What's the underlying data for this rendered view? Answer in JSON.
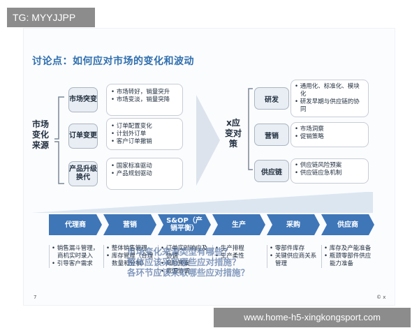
{
  "tag": "TG: MYYJJPP",
  "watermark": "www.home-h5-xingkongsport.com",
  "title": "讨论点：如何应对市场的变化和波动",
  "source": {
    "label": "市场变化来源",
    "items": [
      {
        "label": "市场突变",
        "details": [
          "市场转好，销量突升",
          "市场变淡，销量突降"
        ]
      },
      {
        "label": "订单变更",
        "details": [
          "订单配置变化",
          "计划外订单",
          "客户订单撤销"
        ]
      },
      {
        "label": "产品升级换代",
        "details": [
          "国家标准驱动",
          "产品规划驱动"
        ]
      }
    ]
  },
  "response": {
    "label": "x应变对策",
    "items": [
      {
        "label": "研发",
        "details": [
          "通用化、标准化、模块化",
          "研发早期与供应链的协同"
        ]
      },
      {
        "label": "营销",
        "details": [
          "市场洞察",
          "促销策略"
        ]
      },
      {
        "label": "供应链",
        "details": [
          "供应链风险预案",
          "供应链应急机制"
        ]
      }
    ]
  },
  "process": [
    {
      "label": "代理商",
      "details": [
        "销售漏斗管理，商机实时录入",
        "引导客户需求"
      ]
    },
    {
      "label": "营销",
      "details": [
        "整体销售管理",
        "库存管理（合理数量和分布）"
      ]
    },
    {
      "label": "S&OP（产销平衡）",
      "details": [
        "订单实时响应及协调",
        "风险预案",
        "资源协调"
      ]
    },
    {
      "label": "生产",
      "details": [
        "生产排程",
        "生产柔性"
      ]
    },
    {
      "label": "采购",
      "details": [
        "零部件库存",
        "关键供应商关系管理"
      ]
    },
    {
      "label": "供应商",
      "details": [
        "库存及产能准备",
        "瓶颈零部件供应能力准备"
      ]
    }
  ],
  "overlay": [
    "市场变化来源类型有哪些？",
    "整体应该采取哪些应对措施？",
    "各环节应该采取哪些应对措施？"
  ],
  "page_number": "7",
  "copyright": "© x",
  "colors": {
    "accent": "#3e76b8",
    "title": "#2f6fae",
    "box_fill": "#e9eef4"
  }
}
